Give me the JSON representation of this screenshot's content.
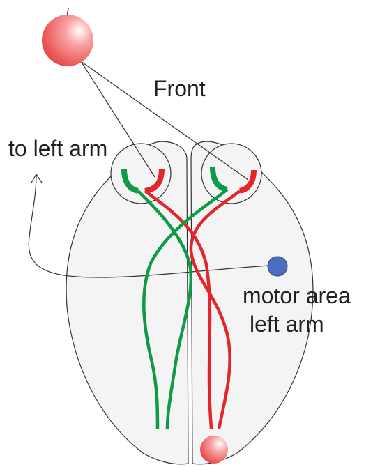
{
  "labels": {
    "front": "Front",
    "to_left_arm": "to left arm",
    "motor_area_line1": "motor area",
    "motor_area_line2": "left arm"
  },
  "colors": {
    "green_pathway": "#0f9a48",
    "red_pathway": "#e2262b",
    "motor_area_dot": "#4a6fc0",
    "stimulus_sphere": "#f26b6b"
  }
}
